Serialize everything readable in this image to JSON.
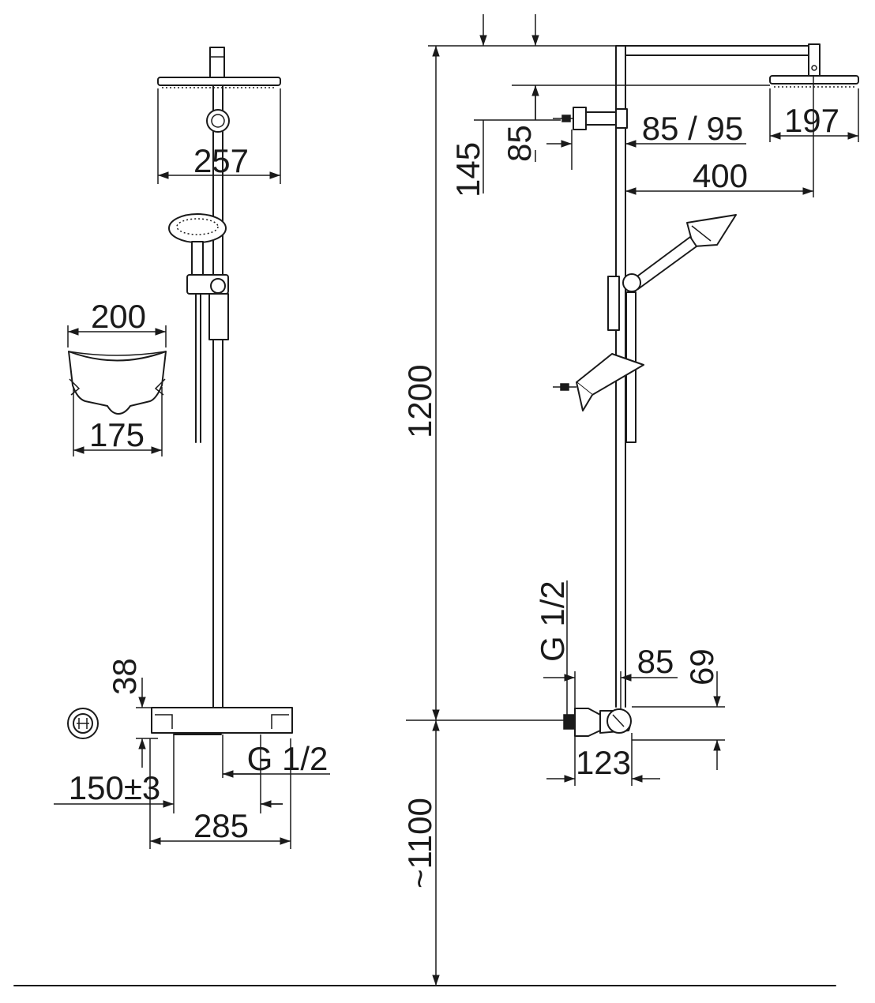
{
  "dimensions": {
    "d257": "257",
    "d200": "200",
    "d175": "175",
    "d38": "38",
    "d150": "150±3",
    "d285": "285",
    "g12_front": "G 1/2",
    "d145": "145",
    "d85_top": "85",
    "d85_95": "85 / 95",
    "d197": "197",
    "d400": "400",
    "d1200": "1200",
    "g12_side": "G 1/2",
    "d85_bottom": "85",
    "d69": "69",
    "d123": "123",
    "d1100": "~1100"
  }
}
